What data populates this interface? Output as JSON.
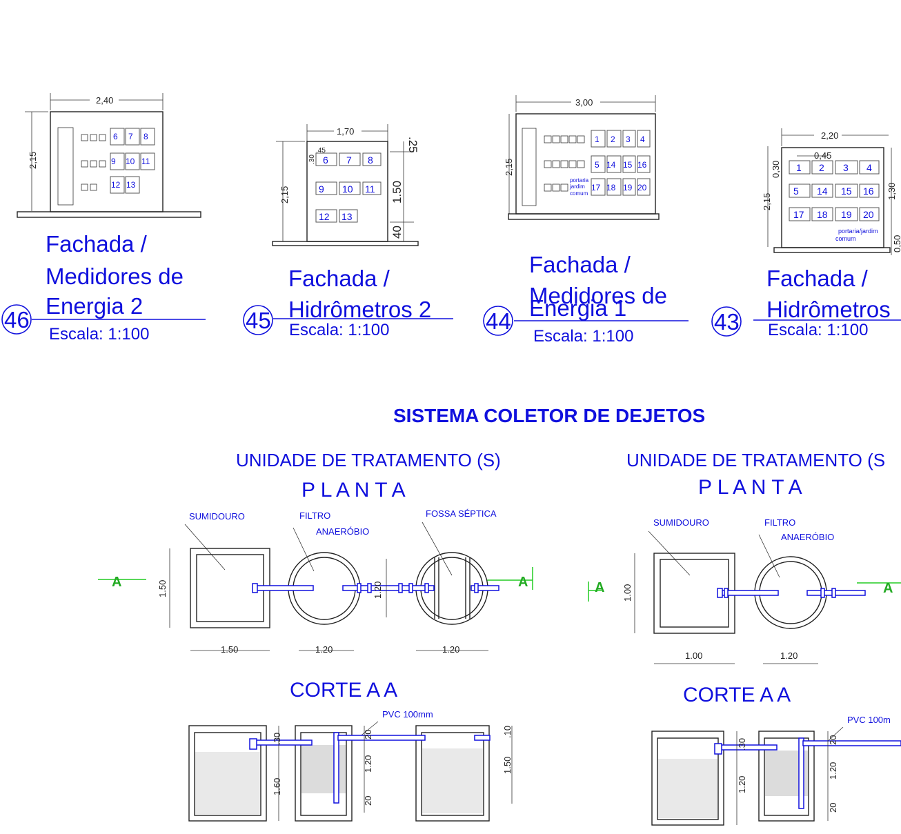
{
  "facades": [
    {
      "num": "46",
      "title1": "Fachada /",
      "title2": "Medidores de",
      "title3": "Energia 2",
      "scale": "Escala: 1:100",
      "width": "2,40",
      "height": "2,15",
      "boxes": [
        "6",
        "7",
        "8",
        "9",
        "10",
        "11",
        "12",
        "13"
      ]
    },
    {
      "num": "45",
      "title1": "Fachada /",
      "title2": "Hidrômetros 2",
      "scale": "Escala: 1:100",
      "width": "1,70",
      "height": "2,15",
      "d1": ".45",
      "d2": ".30",
      "d3": ".25",
      "d4": "1.50",
      "d5": "40",
      "boxes": [
        "6",
        "7",
        "8",
        "9",
        "10",
        "11",
        "12",
        "13"
      ]
    },
    {
      "num": "44",
      "title1": "Fachada /",
      "title2": "Medidores de",
      "title3": "Energia 1",
      "scale": "Escala: 1:100",
      "width": "3,00",
      "height": "2,15",
      "note1": "portaria",
      "note2": "jardim",
      "note3": "comum",
      "boxes": [
        "1",
        "2",
        "3",
        "4",
        "5",
        "14",
        "15",
        "16",
        "17",
        "18",
        "19",
        "20"
      ]
    },
    {
      "num": "43",
      "title1": "Fachada /",
      "title2": "Hidrômetros",
      "scale": "Escala: 1:100",
      "width": "2,20",
      "height": "2,15",
      "d1": "0,45",
      "d2": "0,30",
      "d3": "1,30",
      "d4": "0,50",
      "note": "portaria/jardim",
      "note2": "comum",
      "boxes": [
        "1",
        "2",
        "3",
        "4",
        "5",
        "14",
        "15",
        "16",
        "17",
        "18",
        "19",
        "20"
      ]
    }
  ],
  "section_title": "SISTEMA COLETOR DE DEJETOS",
  "unit_left": {
    "title": "UNIDADE DE TRATAMENTO (S)",
    "plan": "P L A N T A",
    "sumidouro": "SUMIDOURO",
    "filtro": "FILTRO",
    "anaerobio": "ANAERÓBIO",
    "fossa": "FOSSA SÉPTICA",
    "cut": "A",
    "dims": {
      "a": "1.50",
      "b": "1.50",
      "c": "1.20",
      "d": "1.20",
      "e": "1.20"
    },
    "section": "CORTE  A A",
    "pvc": "PVC  100mm",
    "cdims": {
      "a": ".30",
      "b": "1.60",
      "c": "20",
      "d": "1.20",
      "e": "20",
      "f": ".10",
      "g": "1.50"
    }
  },
  "unit_right": {
    "title": "UNIDADE DE TRATAMENTO (S",
    "plan": "P L A N T A",
    "sumidouro": "SUMIDOURO",
    "filtro": "FILTRO",
    "anaerobio": "ANAERÓBIO",
    "cut": "A",
    "dims": {
      "a": "1.00",
      "b": "1.00",
      "c": "1.20"
    },
    "section": "CORTE  A A",
    "pvc": "PVC  100m",
    "cdims": {
      "a": ".30",
      "b": "1.20",
      "c": "20",
      "d": "1.20",
      "e": "20"
    }
  },
  "colors": {
    "text_blue": "#1010dd",
    "cut_green": "#22cc22",
    "line": "#222222"
  }
}
